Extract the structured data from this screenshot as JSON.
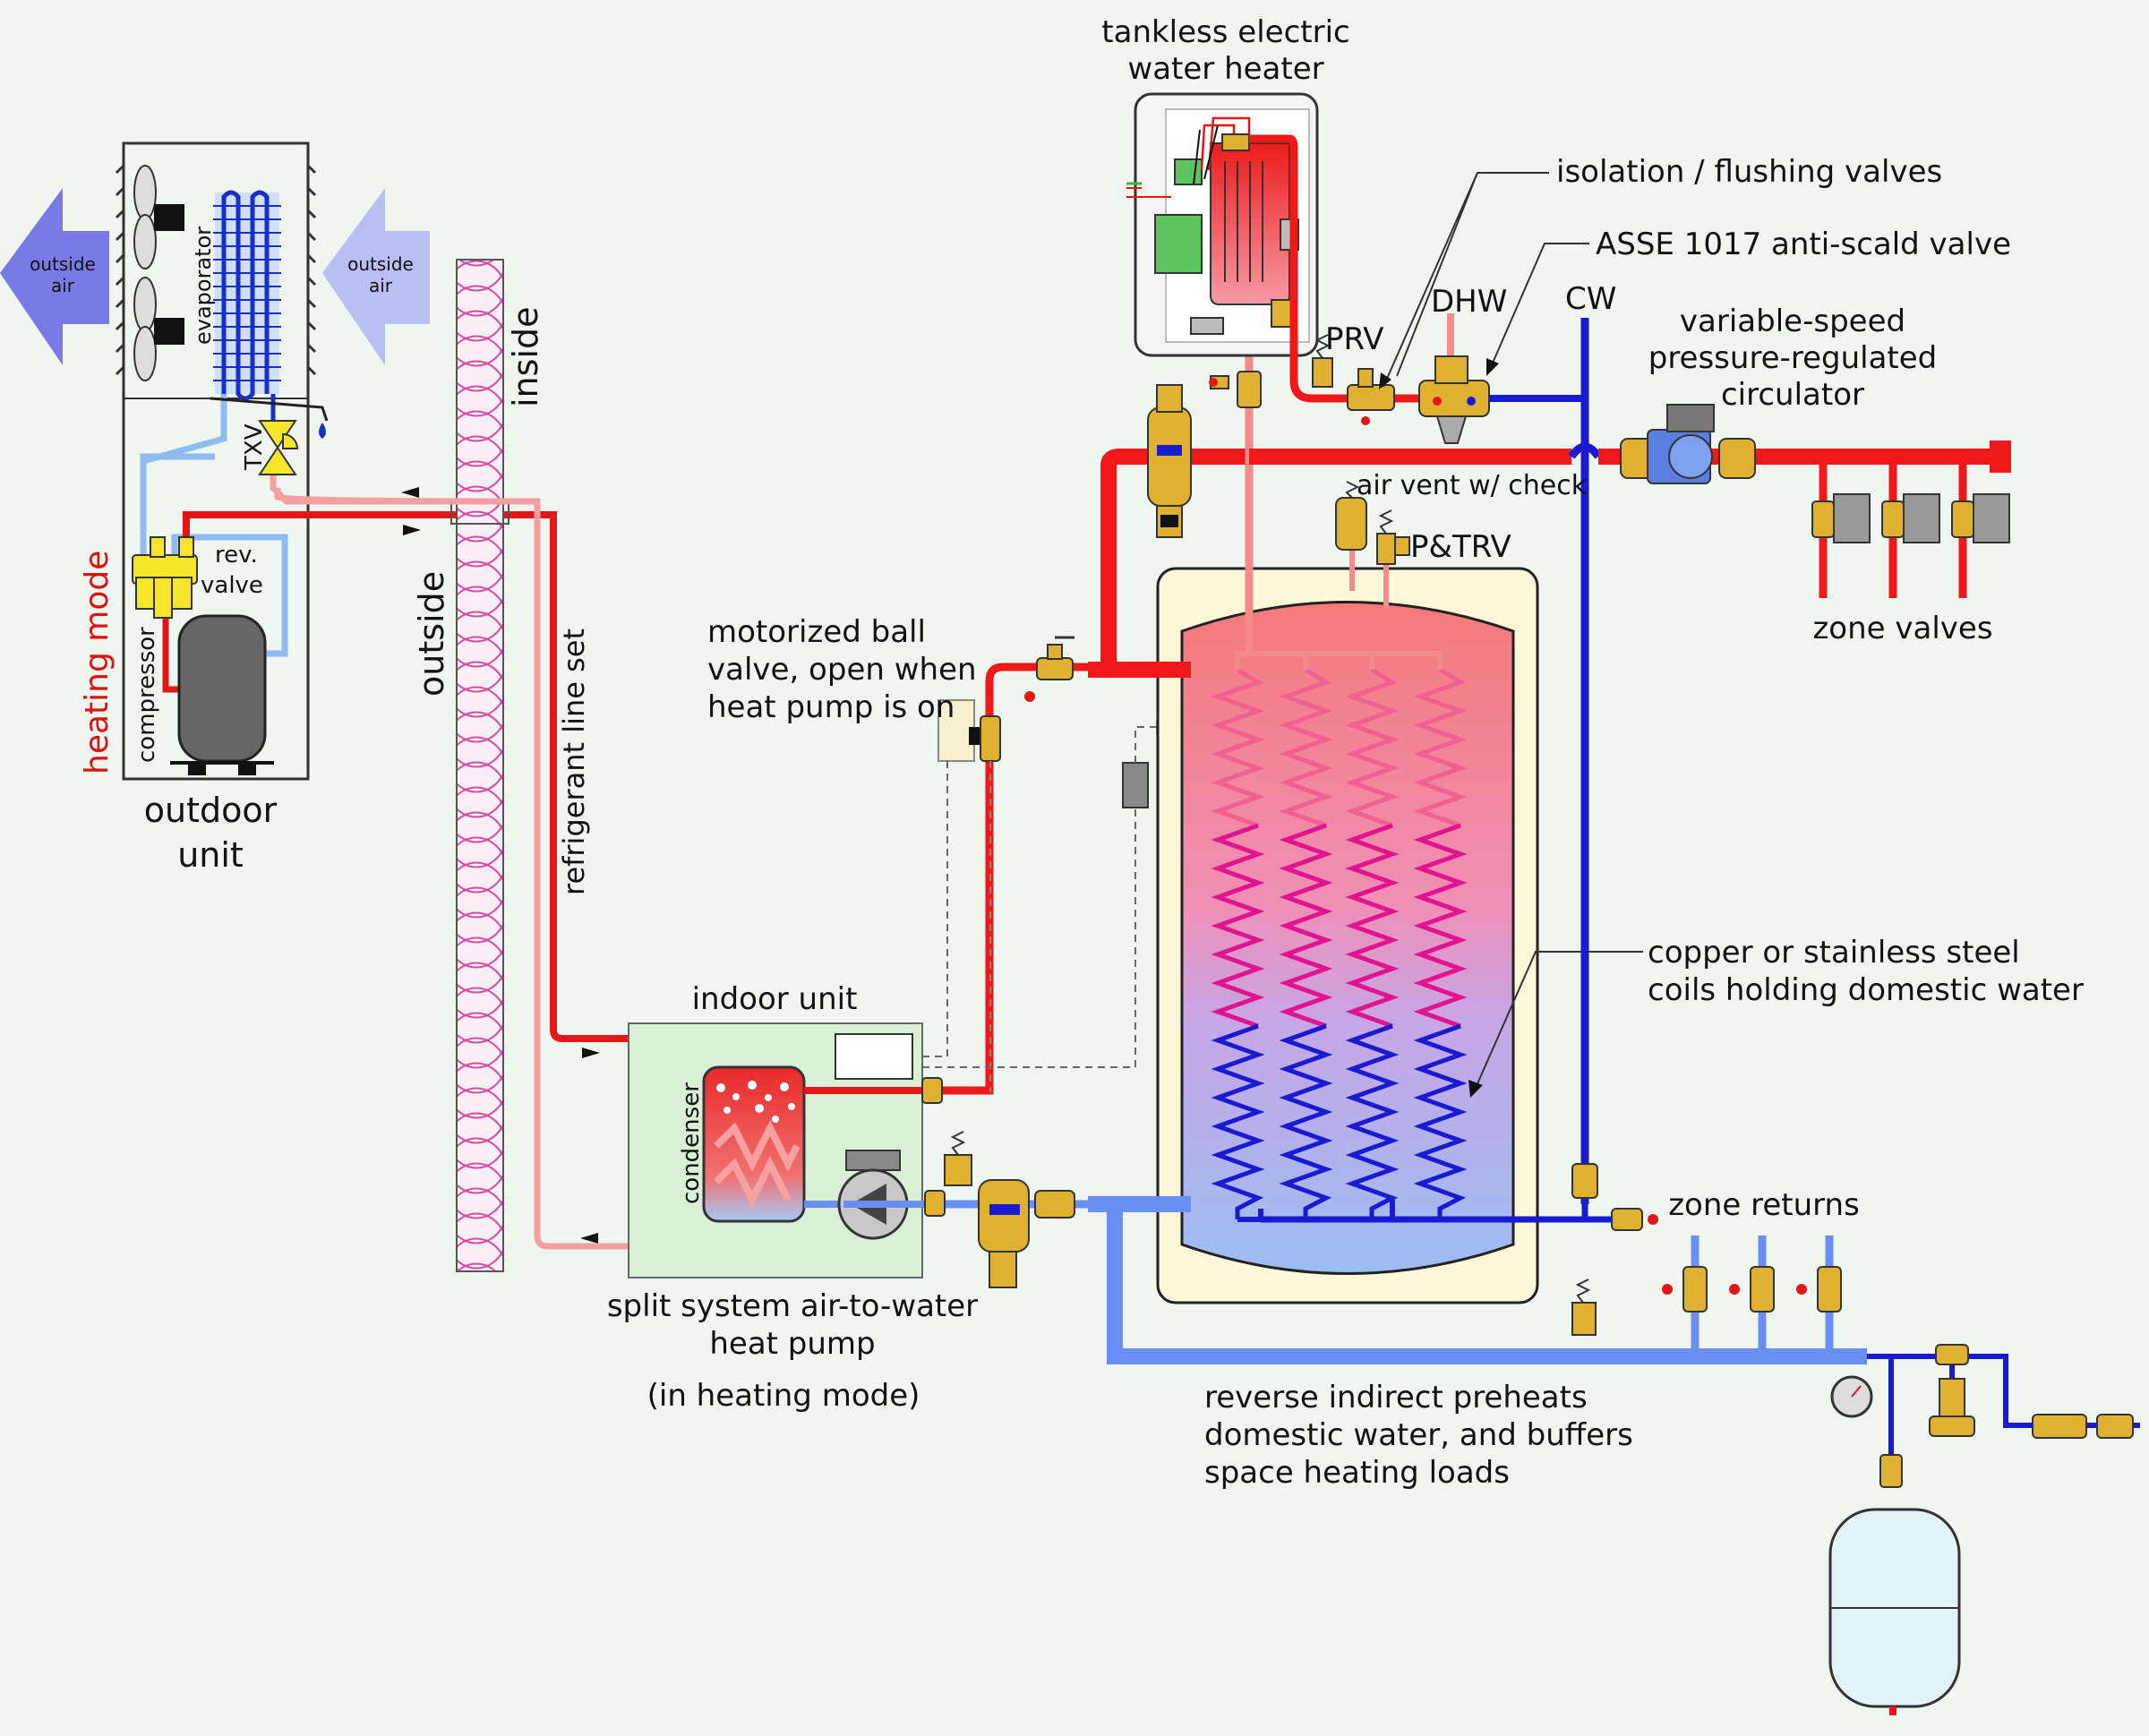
{
  "labels": {
    "outside_air_left": [
      "outside",
      "air"
    ],
    "outside_air_right": [
      "outside",
      "air"
    ],
    "evaporator": "evaporator",
    "txv": "TXV",
    "rev_valve": [
      "rev.",
      "valve"
    ],
    "compressor": "compressor",
    "heating_mode": "heating mode",
    "outdoor_unit": [
      "outdoor",
      "unit"
    ],
    "inside": "inside",
    "outside": "outside",
    "refrigerant_line_set": "refrigerant line set",
    "tankless_heater": [
      "tankless electric",
      "water heater"
    ],
    "isolation_valves": "isolation / flushing valves",
    "anti_scald": "ASSE 1017 anti-scald valve",
    "prv": "PRV",
    "dhw": "DHW",
    "cw": "CW",
    "circulator": [
      "variable-speed",
      "pressure-regulated",
      "circulator"
    ],
    "air_vent": "air vent w/ check",
    "ptrv": "P&TRV",
    "zone_valves": "zone valves",
    "motorized_valve": [
      "motorized ball",
      "valve, open when",
      "heat pump is on"
    ],
    "indoor_unit": "indoor unit",
    "condenser": "condenser",
    "coils": [
      "copper or stainless steel",
      "coils holding domestic water"
    ],
    "zone_returns": "zone returns",
    "split_system": [
      "split system air-to-water",
      "heat pump"
    ],
    "heating_mode_paren": "(in heating mode)",
    "reverse_indirect": [
      "reverse indirect preheats",
      "domestic water, and buffers",
      "space heating loads"
    ]
  },
  "colors": {
    "background": "#eef6ef",
    "hot_water": "#f01818",
    "cold_supply": "#1a1ad0",
    "return_water": "#6b8ef5",
    "refrigerant_hot": "#e41616",
    "refrigerant_liquid": "#f4a0a0",
    "refrigerant_suction": "#8fbbf0",
    "brass": "#e0b030",
    "air_arrow_out": "#7a7ae6",
    "air_arrow_in": "#b9bff2"
  }
}
